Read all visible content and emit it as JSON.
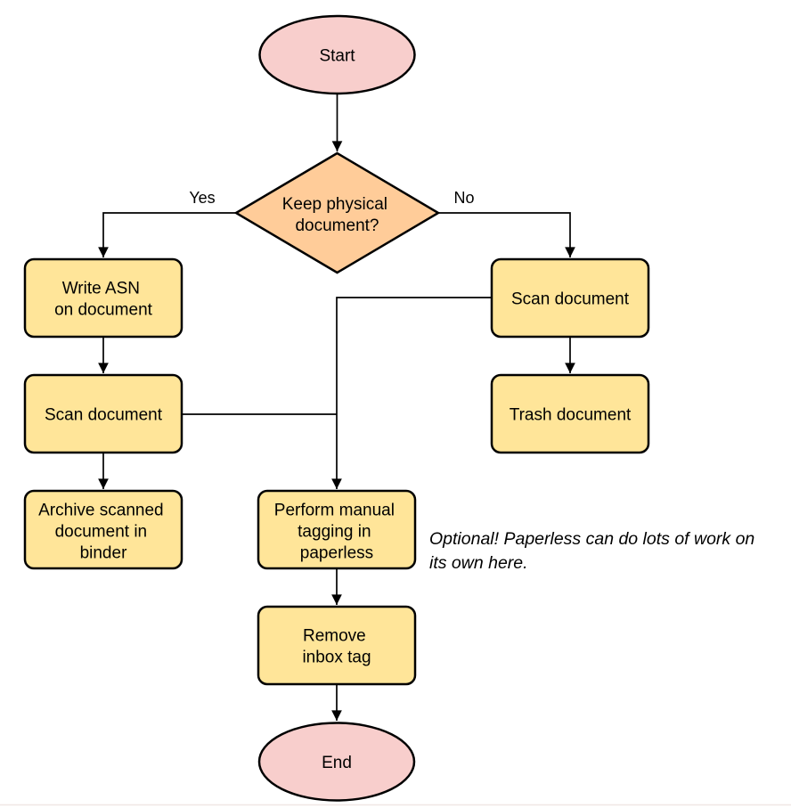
{
  "colors": {
    "background": "#ffffff",
    "terminal_fill": "#f8cecc",
    "decision_fill": "#ffcc99",
    "process_fill": "#ffe599",
    "outline": "#000000",
    "edge": "#000000",
    "bottom_edge_line": "#f0e7e4"
  },
  "nodes": {
    "start": {
      "label": "Start"
    },
    "decision": {
      "line1": "Keep physical",
      "line2": "document?"
    },
    "write_asn": {
      "line1": "Write ASN",
      "line2": "on document"
    },
    "scan_left": {
      "label": "Scan document"
    },
    "archive": {
      "line1": "Archive scanned",
      "line2": "document in",
      "line3": "binder"
    },
    "scan_right": {
      "label": "Scan document"
    },
    "trash": {
      "label": "Trash document"
    },
    "tagging": {
      "line1": "Perform manual",
      "line2": "tagging in",
      "line3": "paperless"
    },
    "remove_inbox": {
      "line1": "Remove",
      "line2": "inbox tag"
    },
    "end": {
      "label": "End"
    }
  },
  "edge_labels": {
    "yes": "Yes",
    "no": "No"
  },
  "annotation": {
    "line1": "Optional! Paperless can do lots of work on",
    "line2": "its own here."
  }
}
